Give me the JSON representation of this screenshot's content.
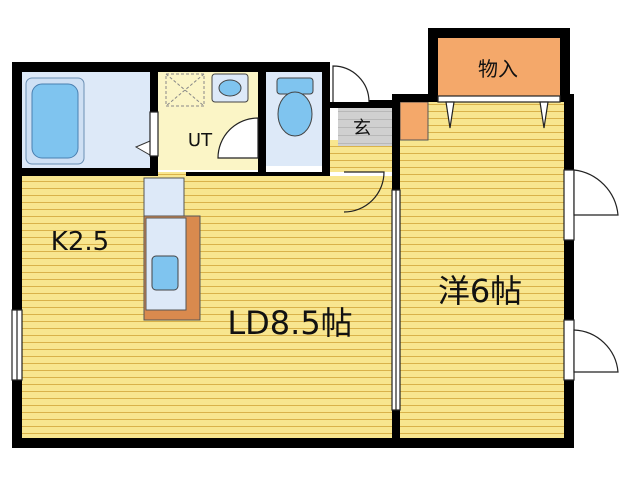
{
  "rooms": {
    "storage": "物入",
    "unit_bath": "UT",
    "entrance": "玄",
    "kitchen": "K2.5",
    "living_dining": "LD8.5帖",
    "western_room": "洋6帖"
  },
  "colors": {
    "floor_wood": "#f8e68f",
    "floor_line": "#d9b24a",
    "wall": "#000000",
    "wet_area": "#dde9f8",
    "fixture_blue": "#7fc4ef",
    "utility_floor": "#fbf5c6",
    "storage": "#f4a86a",
    "counter_base": "#d98a4e",
    "entrance_tile": "#d0d0d0"
  }
}
